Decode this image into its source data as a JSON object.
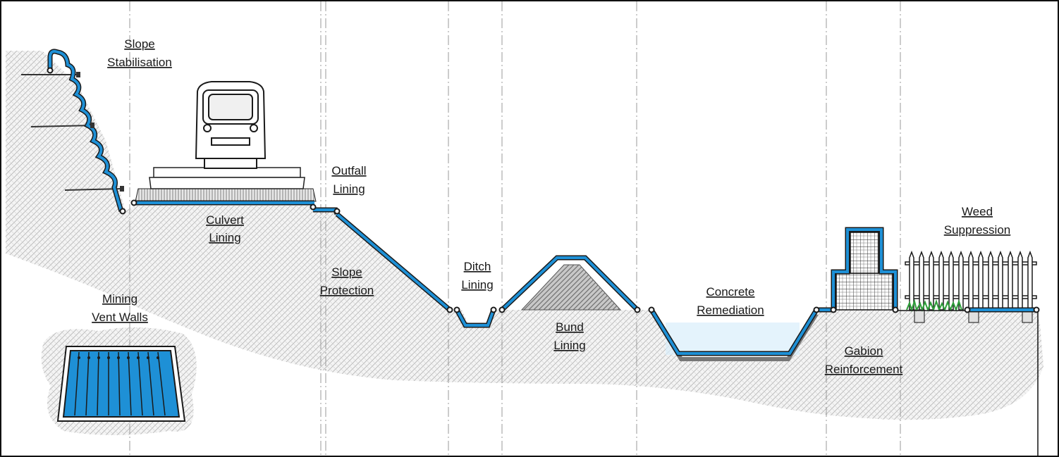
{
  "labels": {
    "slope_stabilisation": [
      "Slope",
      "Stabilisation"
    ],
    "culvert_lining": [
      "Culvert",
      "Lining"
    ],
    "outfall_lining": [
      "Outfall",
      "Lining"
    ],
    "slope_protection": [
      "Slope",
      "Protection"
    ],
    "ditch_lining": [
      "Ditch",
      "Lining"
    ],
    "bund_lining": [
      "Bund",
      "Lining"
    ],
    "concrete_remediation": [
      "Concrete",
      "Remediation"
    ],
    "gabion_reinforcement": [
      "Gabion",
      "Reinforcement"
    ],
    "weed_suppression": [
      "Weed ",
      "Suppression"
    ],
    "mining_vent_walls": [
      "Mining",
      "Vent Walls"
    ]
  },
  "colors": {
    "liner_blue": "#1e90d6",
    "outline": "#1a1a1a",
    "hatch": "#b3b3b3",
    "water": "#9fd3f0",
    "grass": "#2e9e3a"
  },
  "icons": [
    "train-icon",
    "fence-icon",
    "gabion-icon",
    "grass-icon",
    "mining-vent-icon"
  ]
}
